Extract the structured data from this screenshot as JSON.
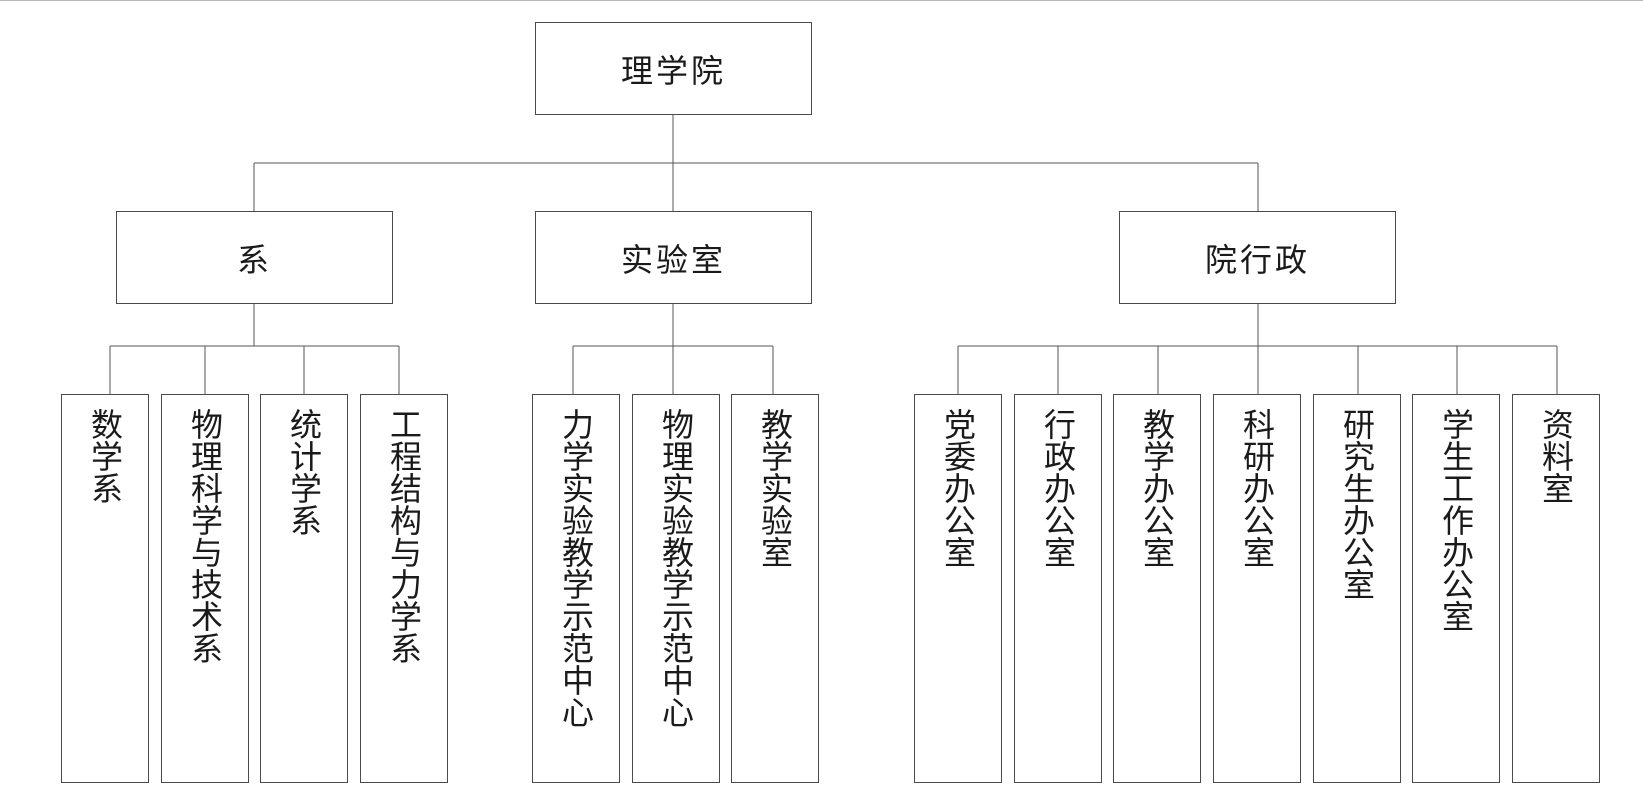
{
  "root": {
    "label": "理学院"
  },
  "branches": [
    {
      "label": "系",
      "children": [
        "数学系",
        "物理科学与技术系",
        "统计学系",
        "工程结构与力学系"
      ]
    },
    {
      "label": "实验室",
      "children": [
        "力学实验教学示范中心",
        "物理实验教学示范中心",
        "教学实验室"
      ]
    },
    {
      "label": "院行政",
      "children": [
        "党委办公室",
        "行政办公室",
        "教学办公室",
        "科研办公室",
        "研究生办公室",
        "学生工作办公室",
        "资料室"
      ]
    }
  ],
  "colors": {
    "line": "#555555",
    "border": "#4a4a4a",
    "text": "#1a1a1a"
  }
}
